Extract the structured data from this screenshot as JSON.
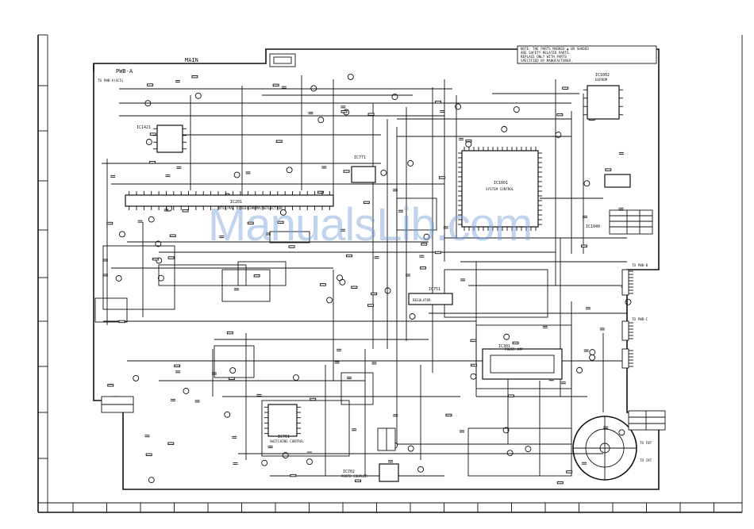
{
  "board": {
    "section_label": "MAIN",
    "board_name": "PWB-A",
    "signal_in": "TO PWB-A(SC5)"
  },
  "note_box": [
    "NOTE: THE PARTS MARKED ▲ OR SHADED",
    "ARE SAFETY-RELATED PARTS.",
    "REPLACE ONLY WITH PARTS",
    "SPECIFIED BY MANUFACTURER."
  ],
  "ics": {
    "ic1421": "IC1421",
    "ic201": "IC201",
    "ic201_sub": "NTSC/PAL VIDEO/CHROMA/DEFLECTION",
    "ic771": "IC771",
    "ic1001": "IC1001",
    "ic1001_sub": "SYSTEM CONTROL",
    "ic1002": "IC1002",
    "ic1002_sub": "EEPROM",
    "ic1040": "IC1040",
    "ic751": "IC751",
    "ic751_sub": "REGULATOR",
    "ic301": "IC301",
    "ic301_sub": "POWER AMP",
    "ic701": "IC701",
    "ic701_sub": "SWITCHING CONTROL",
    "ic702": "IC702",
    "ic702_sub": "PHOTO COUPLER"
  },
  "connectors": {
    "to_pwb_b": "TO PWB-B",
    "to_pwb_c": "TO PWB-C",
    "to_fbt": "TO FBT",
    "to_crt": "TO CRT"
  },
  "watermark": "ManualsLib.com"
}
